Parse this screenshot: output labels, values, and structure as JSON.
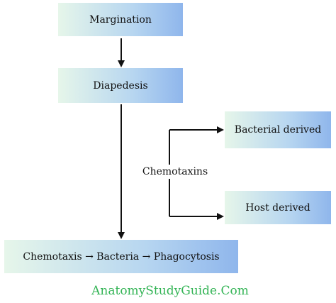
{
  "diagram": {
    "nodes": {
      "margination": "Margination",
      "diapedesis": "Diapedesis",
      "bacterial_derived": "Bacterial derived",
      "host_derived": "Host derived",
      "chemotaxis_chain": "Chemotaxis → Bacteria → Phagocytosis"
    },
    "branch_label": "Chemotaxins",
    "watermark": "AnatomyStudyGuide.Com",
    "colors": {
      "box_gradient_start": "#e6f6ea",
      "box_gradient_end": "#8fb6ec",
      "watermark": "#33b455",
      "arrow": "#111111"
    }
  }
}
